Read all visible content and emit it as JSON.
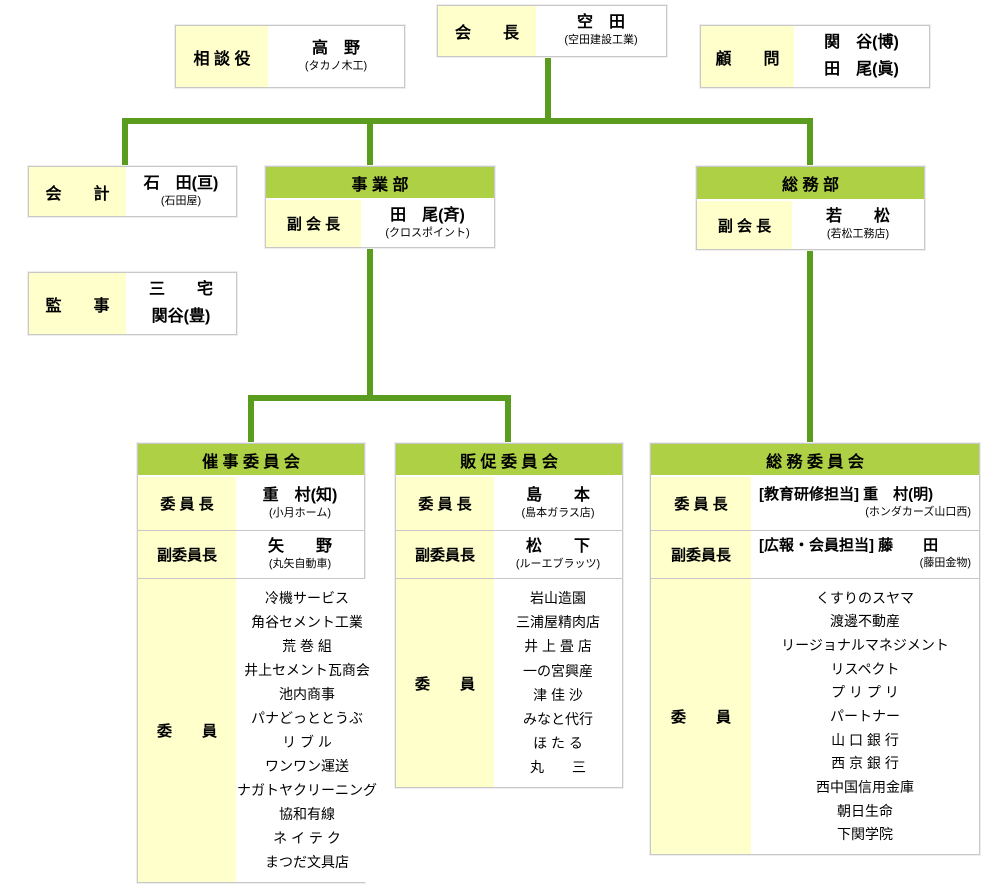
{
  "colors": {
    "header_green": "#aed045",
    "line_green": "#5a9d1e",
    "label_yellow": "#ffffcc",
    "border_gray": "#c8c8c8"
  },
  "boxes": {
    "sodanyaku": {
      "label": "相 談 役",
      "name": "高　野",
      "company": "(タカノ木工)"
    },
    "kaicho": {
      "label": "会　　長",
      "name": "空　田",
      "company": "(空田建設工業)"
    },
    "komon": {
      "label": "顧　　問",
      "name1": "関　谷(博)",
      "name2": "田　尾(眞)"
    },
    "kaikei": {
      "label": "会　　計",
      "name": "石　田(亘)",
      "company": "(石田屋)"
    },
    "kanji": {
      "label": "監　　事",
      "name1": "三　　宅",
      "name2": "関谷(豊)"
    },
    "jigyobu": {
      "title": "事 業 部",
      "label": "副 会 長",
      "name": "田　尾(斉)",
      "company": "(クロスポイント)"
    },
    "soumubu": {
      "title": "総 務 部",
      "label": "副 会 長",
      "name": "若　　松",
      "company": "(若松工務店)"
    }
  },
  "committees": [
    {
      "title": "催 事 委 員 会",
      "chair_label": "委 員 長",
      "chair_name": "重　村(知)",
      "chair_company": "(小月ホーム)",
      "vice_label": "副委員長",
      "vice_name": "矢　　野",
      "vice_company": "(丸矢自動車)",
      "members_label": "委　　員",
      "members": [
        "冷機サービス",
        "角谷セメント工業",
        "荒 巻 組",
        "井上セメント瓦商会",
        "池内商事",
        "パナどっととうぶ",
        "リ ブ ル",
        "ワンワン運送",
        "ナガトヤクリーニング",
        "協和有線",
        "ネ イ テ ク",
        "まつだ文具店"
      ]
    },
    {
      "title": "販 促 委 員 会",
      "chair_label": "委 員 長",
      "chair_name": "島　　本",
      "chair_company": "(島本ガラス店)",
      "vice_label": "副委員長",
      "vice_name": "松　　下",
      "vice_company": "(ルーエブラッツ)",
      "members_label": "委　　員",
      "members": [
        "岩山造園",
        "三浦屋精肉店",
        "井 上 畳 店",
        "一の宮興産",
        "津 佳 沙",
        "みなと代行",
        "ほ た る",
        "丸　　三"
      ]
    },
    {
      "title": "総 務 委 員 会",
      "chair_label": "委 員 長",
      "chair_name": "[教育研修担当] 重　村(明)",
      "chair_company": "(ホンダカーズ山口西)",
      "vice_label": "副委員長",
      "vice_name": "[広報・会員担当] 藤　　田",
      "vice_company": "(藤田金物)",
      "members_label": "委　　員",
      "members": [
        "くすりのスヤマ",
        "渡邊不動産",
        "リージョナルマネジメント",
        "リスペクト",
        "プ リ プ リ",
        "パートナー",
        "山 口 銀 行",
        "西 京 銀 行",
        "西中国信用金庫",
        "朝日生命",
        "下関学院"
      ]
    }
  ]
}
